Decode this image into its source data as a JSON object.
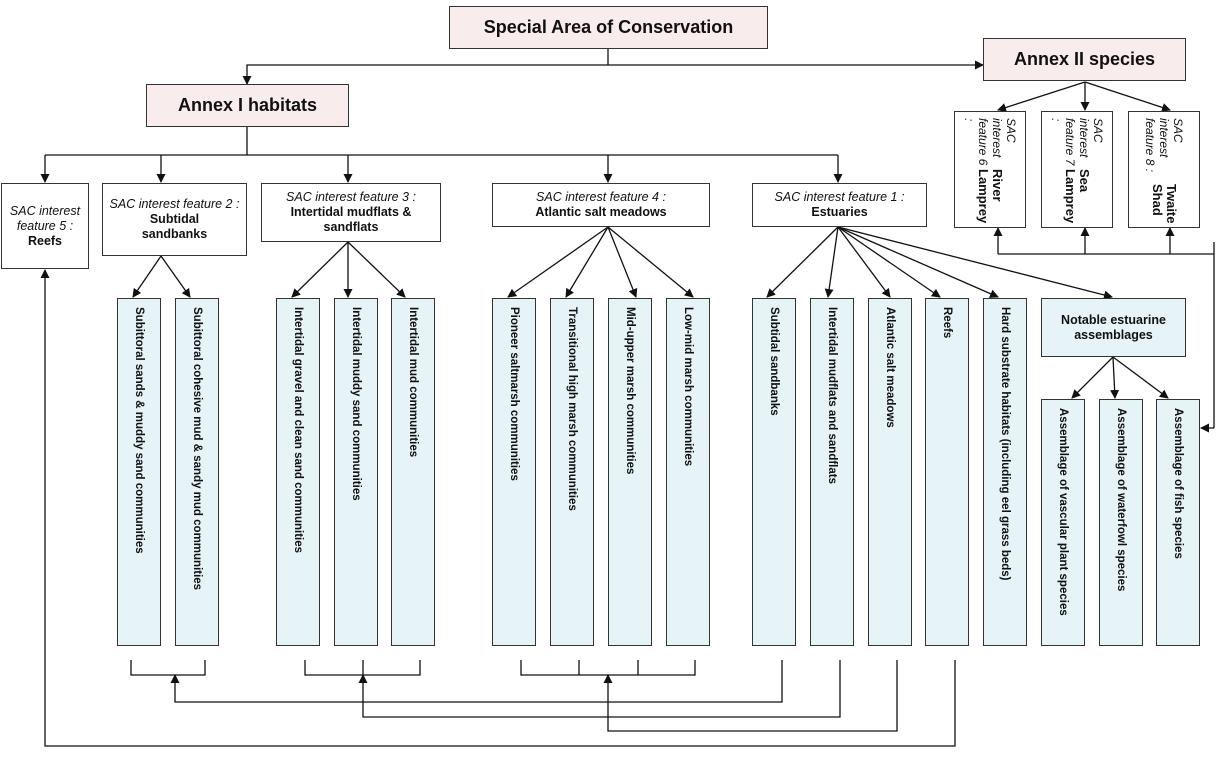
{
  "root": "Special Area of Conservation",
  "annex1": "Annex I habitats",
  "annex2": "Annex II species",
  "features": {
    "f5": {
      "prefix": "SAC interest feature 5 :",
      "name": "Reefs"
    },
    "f2": {
      "prefix": "SAC interest feature 2 :",
      "name": "Subtidal sandbanks"
    },
    "f3": {
      "prefix": "SAC interest feature 3 :",
      "name": "Intertidal mudflats & sandflats"
    },
    "f4": {
      "prefix": "SAC interest feature 4 :",
      "name": "Atlantic salt meadows"
    },
    "f1": {
      "prefix": "SAC interest feature 1 :",
      "name": "Estuaries"
    }
  },
  "species": [
    {
      "prefix": "SAC interest feature 6 :",
      "name": "River Lamprey"
    },
    {
      "prefix": "SAC interest feature 7 :",
      "name": "Sea Lamprey"
    },
    {
      "prefix": "SAC interest feature 8 :",
      "name": "Twaite Shad"
    }
  ],
  "f2_items": [
    "Subittoral sands & muddy sand communities",
    "Subittoral cohesive mud & sandy mud communities"
  ],
  "f3_items": [
    "Intertidal gravel and clean sand communities",
    "Intertidal muddy sand communities",
    "Intertidal mud communities"
  ],
  "f4_items": [
    "Pioneer saltmarsh communities",
    "Transitional high marsh communities",
    "Mid-upper marsh communities",
    "Low-mid marsh communities"
  ],
  "f1_items": [
    "Subtidal sandbanks",
    "Intertidal mudflats and sandflats",
    "Atlantic salt meadows",
    "Reefs",
    "Hard substrate habitats (including eel grass beds)"
  ],
  "notable": "Notable estuarine assemblages",
  "assemblages": [
    "Assemblage of vascular plant species",
    "Assemblage of waterfowl species",
    "Assemblage of fish species"
  ]
}
